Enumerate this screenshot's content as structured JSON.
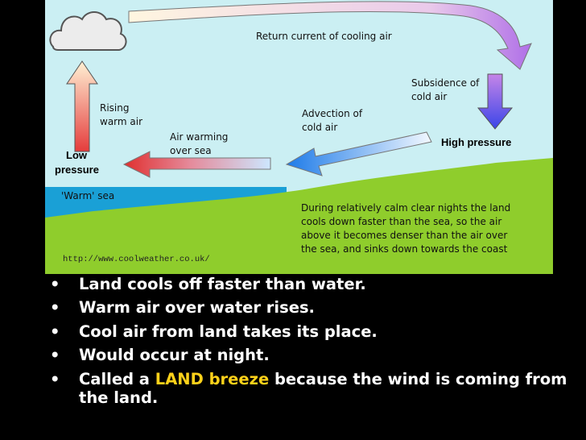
{
  "diagram": {
    "labels": {
      "return_current": "Return current of cooling air",
      "subsidence": [
        "Subsidence of",
        "cold air"
      ],
      "rising": [
        "Rising",
        "warm air"
      ],
      "advection": [
        "Advection of",
        "cold air"
      ],
      "air_warming": [
        "Air warming",
        "over sea"
      ],
      "low_pressure": [
        "Low",
        "pressure"
      ],
      "high_pressure": "High pressure",
      "warm_sea": "'Warm' sea",
      "explanation": [
        "During relatively calm clear nights the land",
        "cools down faster than the sea, so the air",
        "above it becomes denser than the air over",
        "the sea, and sinks down towards the coast"
      ],
      "source_url": "http://www.coolweather.co.uk/"
    },
    "colors": {
      "sky": "#cbeff3",
      "sea": "#1aa0d6",
      "land": "#8fcd2c",
      "warm_arrow": "#e8423c",
      "cold_arrow": "#2d63ea"
    }
  },
  "bullets": {
    "marker": "•",
    "items": [
      {
        "text": "Land cools off faster than water."
      },
      {
        "text": "Warm air over water rises."
      },
      {
        "text": "Cool air from land takes its place."
      },
      {
        "text": "Would occur at night."
      },
      {
        "before": "Called a ",
        "highlight": "LAND breeze",
        "after": " because the wind is coming from the land."
      }
    ]
  }
}
